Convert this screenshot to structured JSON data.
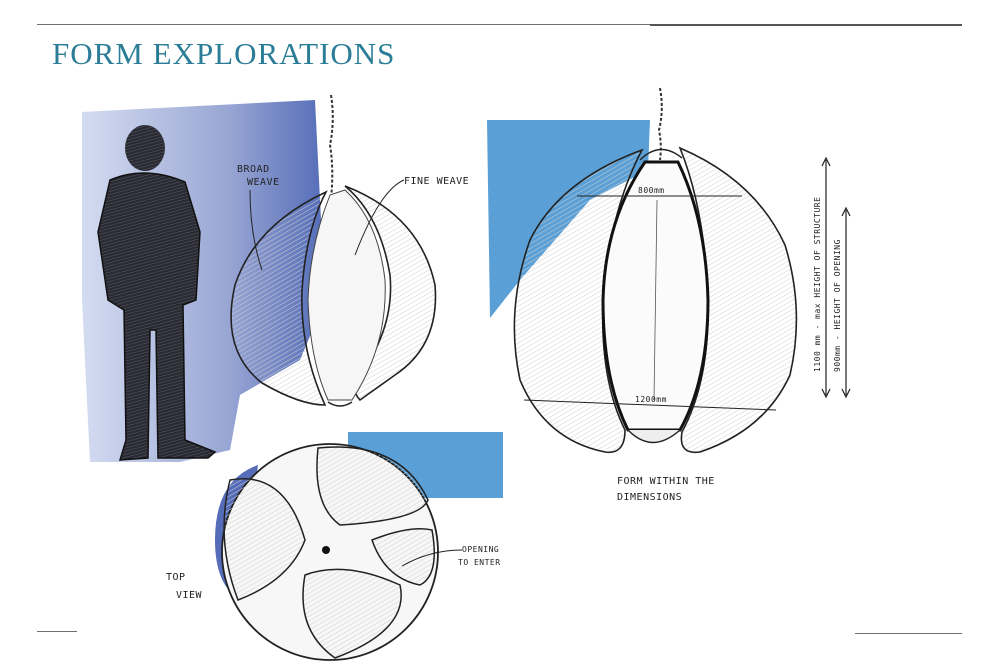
{
  "page": {
    "title": "FORM EXPLORATIONS"
  },
  "sketches": {
    "elevation": {
      "label_broad_weave_line1": "BROAD",
      "label_broad_weave_line2": "WEAVE",
      "label_fine_weave": "FINE WEAVE"
    },
    "dimensioned": {
      "label_top_width": "800mm",
      "label_bottom_width": "1200mm",
      "label_max_height": "1100 mm - max HEIGHT OF STRUCTURE",
      "label_opening_height": "900mm - HEIGHT OF OPENING",
      "caption_line1": "FORM WITHIN THE",
      "caption_line2": "DIMENSIONS"
    },
    "top_view": {
      "label_line1": "TOP",
      "label_line2": "VIEW",
      "opening_line1": "OPENING",
      "opening_line2": "TO ENTER"
    }
  },
  "colors": {
    "title": "#2b7c97",
    "marker_blue": "#3d8fd0",
    "shadow_blue": "#1f3f9e",
    "ink": "#1a1a1a"
  }
}
